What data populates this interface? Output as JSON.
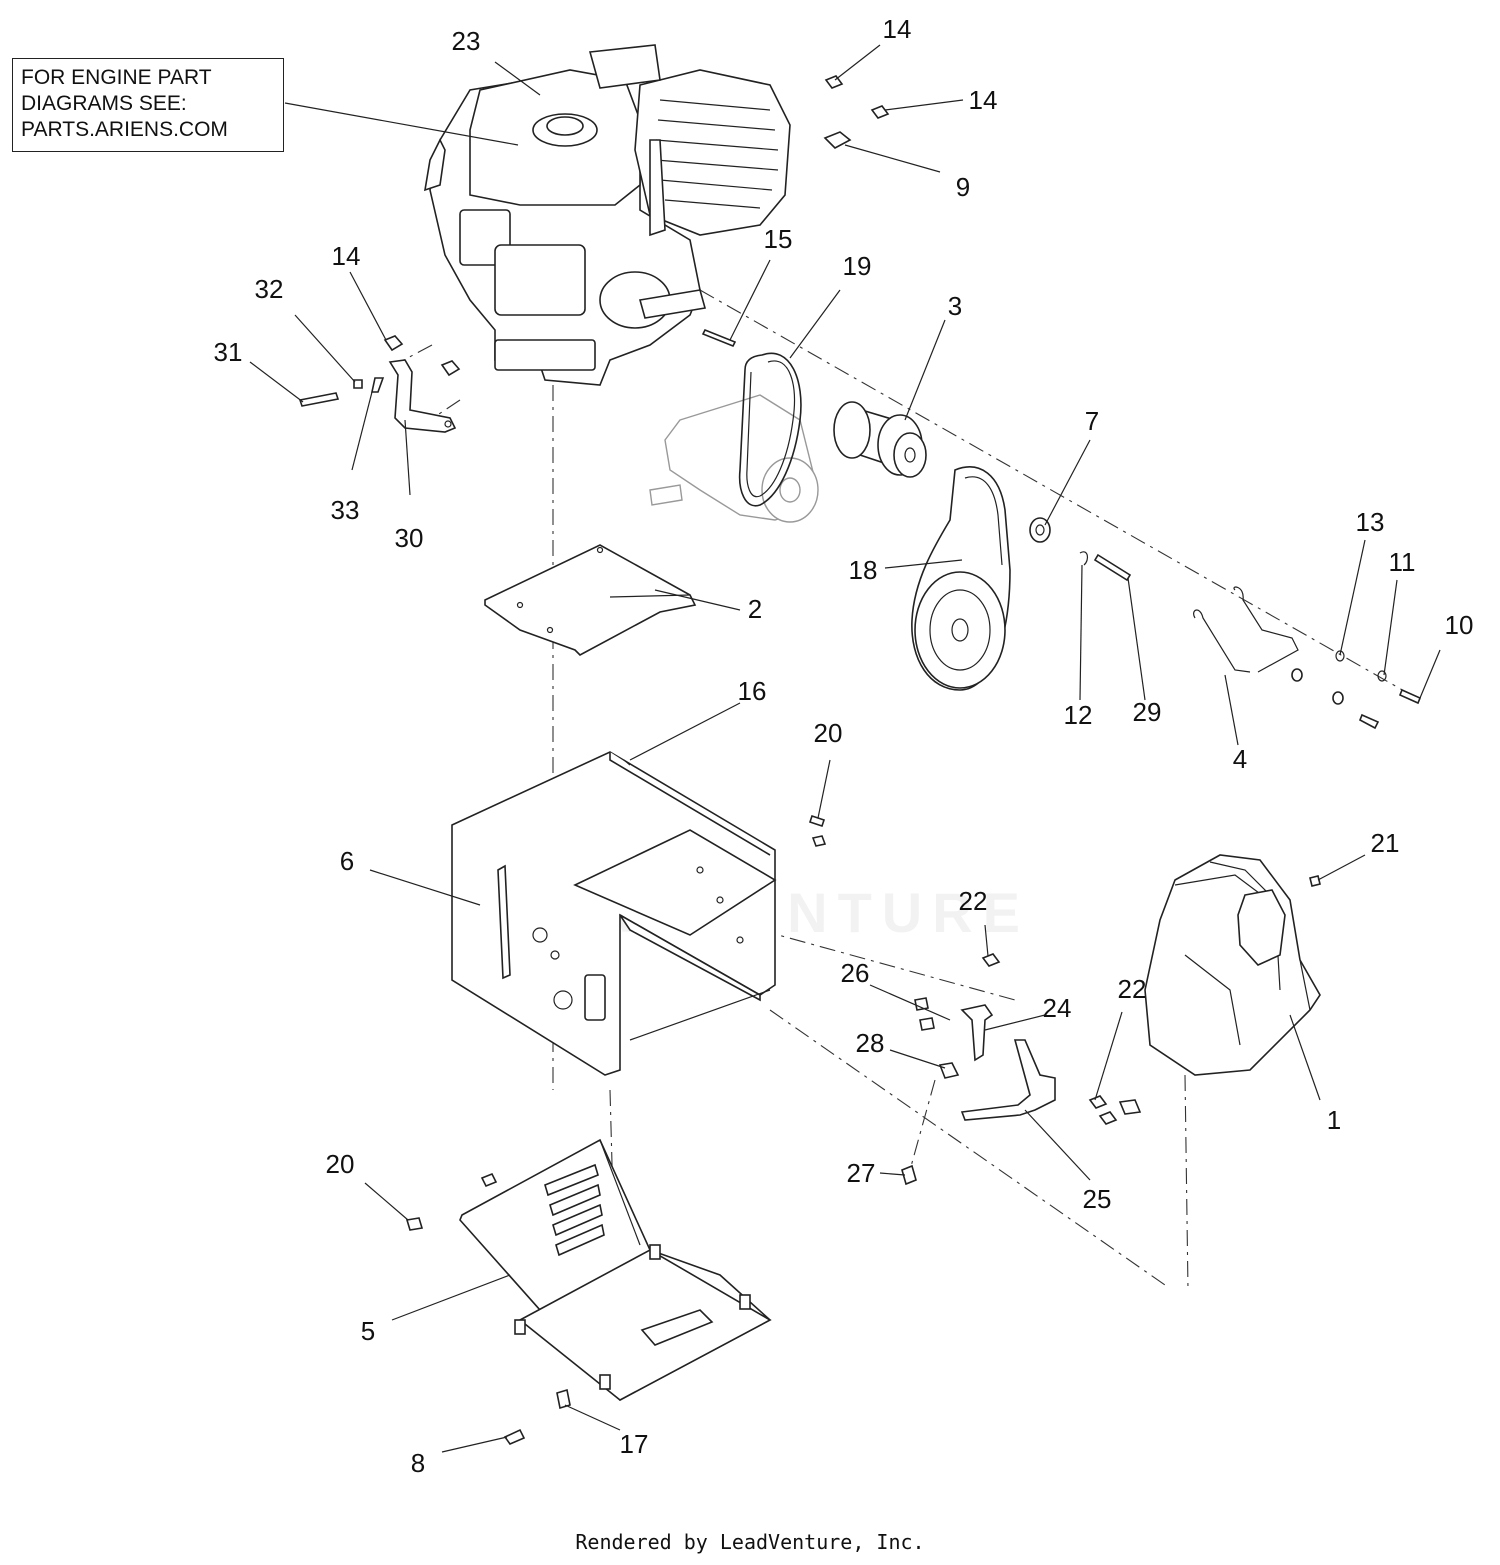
{
  "note": {
    "lines": [
      "FOR ENGINE PART",
      "DIAGRAMS SEE:",
      "PARTS.ARIENS.COM"
    ]
  },
  "watermark": "LEADVENTURE",
  "footer": "Rendered by LeadVenture, Inc.",
  "callouts": {
    "c1": "1",
    "c2": "2",
    "c3": "3",
    "c4": "4",
    "c5": "5",
    "c6": "6",
    "c7": "7",
    "c8": "8",
    "c9": "9",
    "c10": "10",
    "c11": "11",
    "c12": "12",
    "c13": "13",
    "c14a": "14",
    "c14b": "14",
    "c14c": "14",
    "c15": "15",
    "c16": "16",
    "c17": "17",
    "c18": "18",
    "c19": "19",
    "c20a": "20",
    "c20b": "20",
    "c21": "21",
    "c22a": "22",
    "c22b": "22",
    "c23": "23",
    "c24": "24",
    "c25": "25",
    "c26": "26",
    "c27": "27",
    "c28": "28",
    "c29": "29",
    "c30": "30",
    "c31": "31",
    "c32": "32",
    "c33": "33"
  }
}
